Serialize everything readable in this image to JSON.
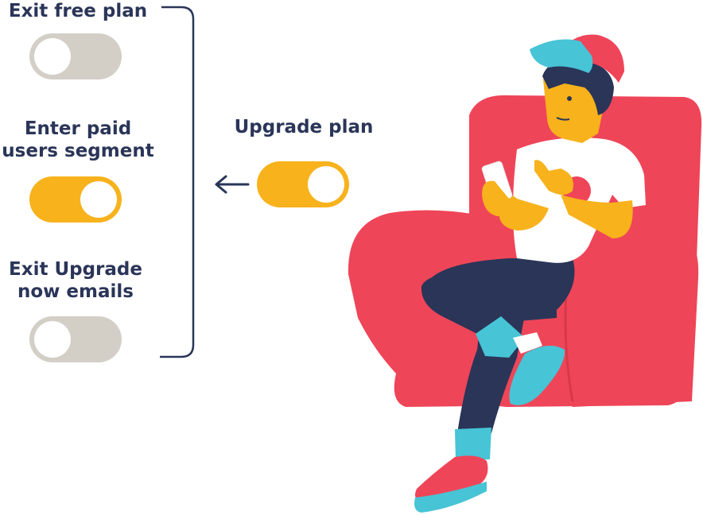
{
  "colors": {
    "text": "#2a3558",
    "toggle_off": "#d3cfc7",
    "toggle_on": "#f7b21c",
    "chair": "#ef4558",
    "accent": "#47c4d6",
    "skin": "#f7b21c",
    "pants": "#2a3558"
  },
  "steps": [
    {
      "label_lines": [
        "Exit free plan"
      ],
      "state": "off"
    },
    {
      "label_lines": [
        "Enter paid",
        "users segment"
      ],
      "state": "on"
    },
    {
      "label_lines": [
        "Exit Upgrade",
        "now emails"
      ],
      "state": "off"
    }
  ],
  "trigger": {
    "label": "Upgrade plan",
    "state": "on"
  },
  "icons": {
    "arrow": "arrow-left-icon",
    "bracket": "bracket-icon"
  }
}
